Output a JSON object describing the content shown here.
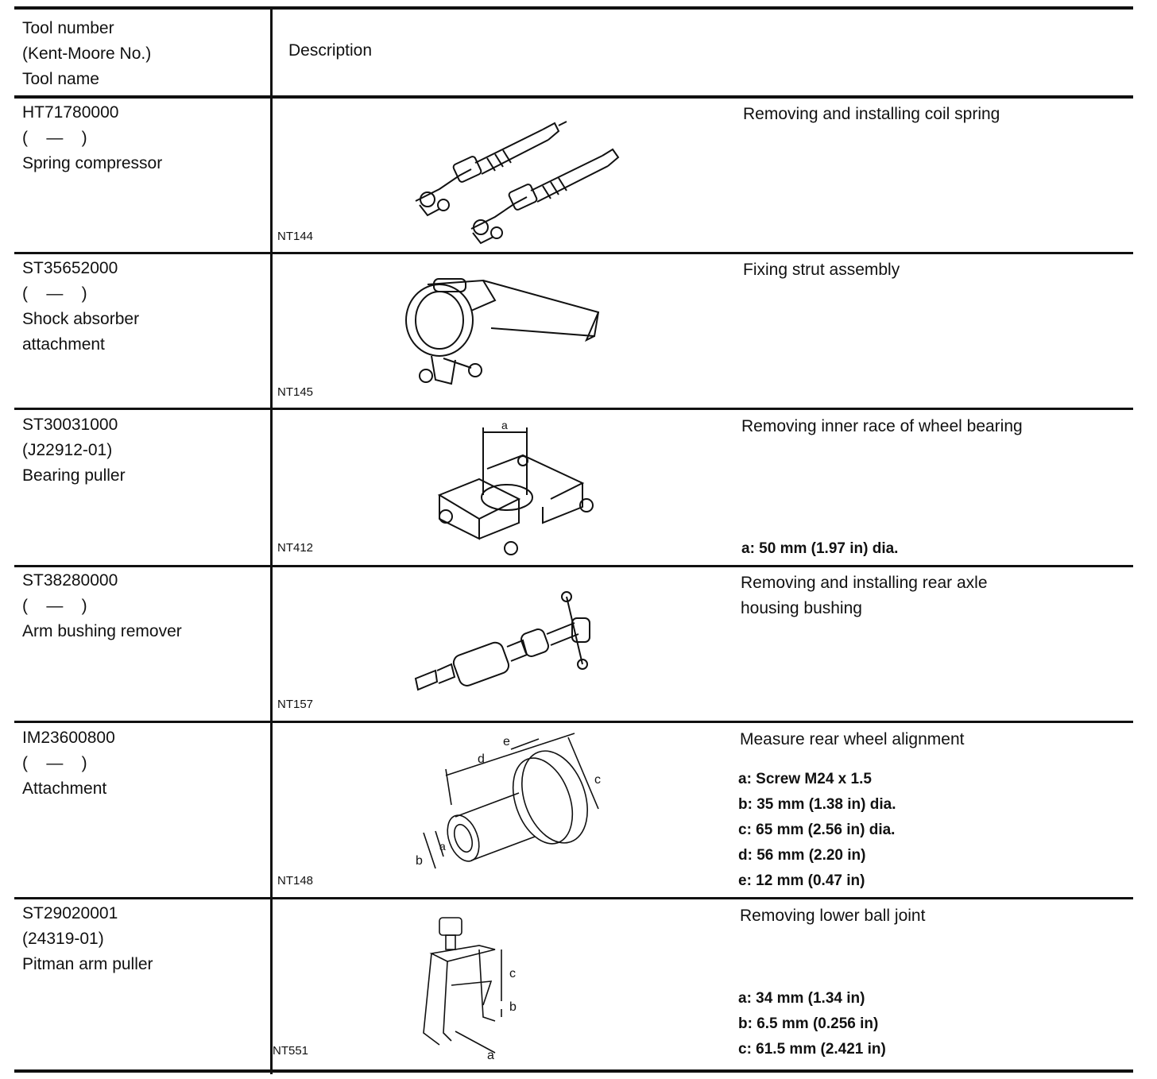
{
  "header": {
    "tool_col": [
      "Tool number",
      "(Kent-Moore No.)",
      "Tool name"
    ],
    "desc_col": "Description"
  },
  "rows": [
    {
      "tool_number": "HT71780000",
      "kent_moore": "(    —    )",
      "tool_name": [
        "Spring compressor"
      ],
      "figure_code": "NT144",
      "description": "Removing and installing coil spring",
      "specs": [],
      "figure_icon": "spring-compressor-icon"
    },
    {
      "tool_number": "ST35652000",
      "kent_moore": "(    —    )",
      "tool_name": [
        "Shock absorber",
        "attachment"
      ],
      "figure_code": "NT145",
      "description": "Fixing strut assembly",
      "specs": [],
      "figure_icon": "shock-absorber-attachment-icon"
    },
    {
      "tool_number": "ST30031000",
      "kent_moore": "(J22912-01)",
      "tool_name": [
        "Bearing puller"
      ],
      "figure_code": "NT412",
      "description": "Removing inner race of wheel bearing",
      "specs": [
        "a: 50 mm (1.97 in) dia."
      ],
      "figure_labels": [
        "a"
      ],
      "figure_icon": "bearing-puller-icon"
    },
    {
      "tool_number": "ST38280000",
      "kent_moore": "(    —    )",
      "tool_name": [
        "Arm bushing remover"
      ],
      "figure_code": "NT157",
      "description": "Removing and installing rear axle",
      "description_2": "housing bushing",
      "specs": [],
      "figure_icon": "arm-bushing-remover-icon"
    },
    {
      "tool_number": "IM23600800",
      "kent_moore": "(    —    )",
      "tool_name": [
        "Attachment"
      ],
      "figure_code": "NT148",
      "description": "Measure rear wheel alignment",
      "specs": [
        "a: Screw M24 x 1.5",
        "b: 35 mm (1.38 in) dia.",
        "c: 65 mm (2.56 in) dia.",
        "d: 56 mm (2.20 in)",
        "e: 12 mm (0.47 in)"
      ],
      "figure_labels": [
        "a",
        "b",
        "c",
        "d",
        "e"
      ],
      "figure_icon": "attachment-icon"
    },
    {
      "tool_number": "ST29020001",
      "kent_moore": "(24319-01)",
      "tool_name": [
        "Pitman arm puller"
      ],
      "figure_code": "NT551",
      "description": "Removing lower ball joint",
      "specs": [
        "a: 34 mm (1.34 in)",
        "b: 6.5 mm (0.256 in)",
        "c: 61.5 mm (2.421 in)"
      ],
      "figure_labels": [
        "a",
        "b",
        "c"
      ],
      "figure_icon": "pitman-arm-puller-icon"
    }
  ]
}
